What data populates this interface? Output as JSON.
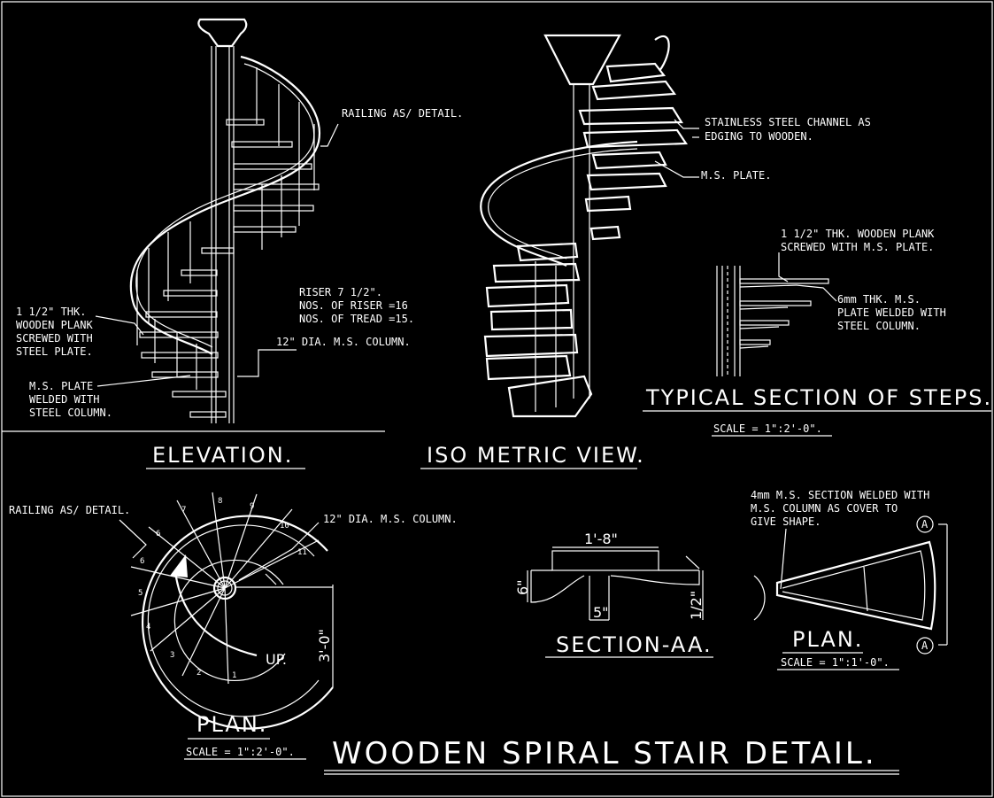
{
  "titles": {
    "elevation": "ELEVATION.",
    "isometric": "ISO METRIC VIEW.",
    "typical_section": "TYPICAL SECTION OF STEPS.",
    "typical_section_scale": "SCALE = 1\":2'-0\".",
    "plan_main": "PLAN.",
    "plan_main_scale": "SCALE = 1\":2'-0\".",
    "section_aa": "SECTION-AA.",
    "plan_small": "PLAN.",
    "plan_small_scale": "SCALE = 1\":1'-0\".",
    "main_title": "WOODEN SPIRAL STAIR DETAIL."
  },
  "elevation_notes": {
    "railing": "RAILING AS/ DETAIL.",
    "riser_1": "RISER 7 1/2\".",
    "riser_2": "NOS. OF RISER =16",
    "riser_3": "NOS. OF TREAD =15.",
    "column": "12\" DIA. M.S. COLUMN.",
    "plank_1": "1 1/2\" THK.",
    "plank_2": "WOODEN PLANK",
    "plank_3": "SCREWED WITH",
    "plank_4": "STEEL PLATE.",
    "plate_1": "M.S. PLATE",
    "plate_2": "WELDED WITH",
    "plate_3": "STEEL COLUMN."
  },
  "iso_notes": {
    "channel_1": "STAINLESS STEEL CHANNEL AS",
    "channel_2": "EDGING TO WOODEN.",
    "plate": "M.S. PLATE."
  },
  "section_notes": {
    "plank_1": "1 1/2\" THK. WOODEN PLANK",
    "plank_2": "SCREWED WITH M.S. PLATE.",
    "plate_1": "6mm THK. M.S.",
    "plate_2": "PLATE WELDED WITH",
    "plate_3": "STEEL COLUMN."
  },
  "plan_notes": {
    "railing": "RAILING AS/ DETAIL.",
    "column": "12\" DIA. M.S. COLUMN.",
    "up": "UP.",
    "dim_3_0": "3'-0\"",
    "treads": [
      "1",
      "2",
      "3",
      "4",
      "5",
      "6",
      "7",
      "8",
      "9",
      "10",
      "11"
    ]
  },
  "section_aa_dims": {
    "width": "1'-8\"",
    "depth": "6\"",
    "stem": "5\"",
    "side": "1/2\""
  },
  "small_plan_notes": {
    "note_1": "4mm M.S. SECTION WELDED WITH",
    "note_2": "M.S. COLUMN AS COVER TO",
    "note_3": "GIVE SHAPE.",
    "marker_top": "A",
    "marker_bottom": "A"
  },
  "colors": {
    "background": "#000000",
    "line": "#ffffff"
  }
}
